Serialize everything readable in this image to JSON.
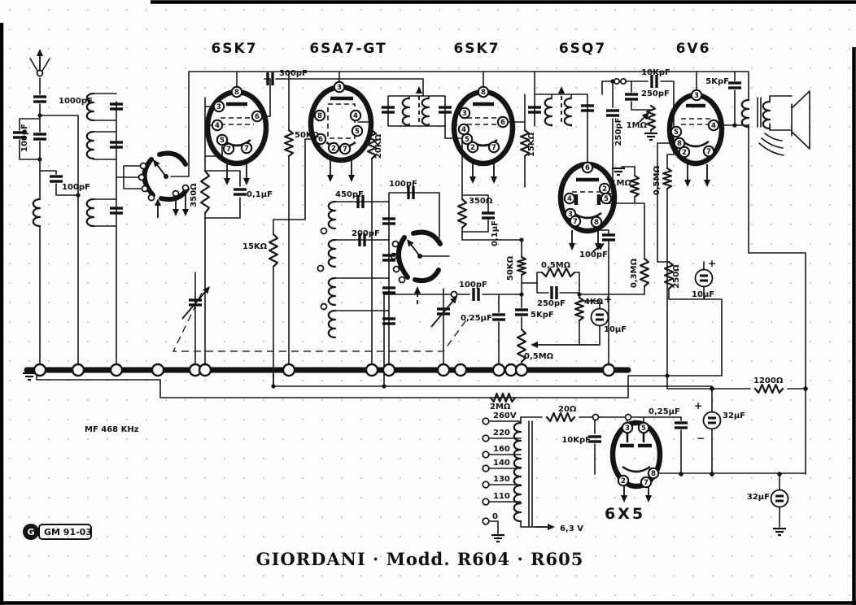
{
  "page": {
    "title": "GIORDANI  ·  Modd. R604  ·  R605",
    "stamp": "GM 91-03",
    "logo_glyph": "G",
    "if_freq": "MF 468 KHz"
  },
  "tubes": {
    "t1": {
      "label": "6SK7",
      "pins": [
        "8",
        "3",
        "4",
        "6",
        "5",
        "7",
        "7"
      ]
    },
    "t2": {
      "label": "6SA7-GT",
      "pins": [
        "3",
        "8",
        "4",
        "5",
        "6",
        "2",
        "7"
      ]
    },
    "t3": {
      "label": "6SK7",
      "pins": [
        "8",
        "3",
        "4",
        "6",
        "5",
        "2",
        "7"
      ]
    },
    "t4": {
      "label": "6SQ7",
      "pins": [
        "6",
        "2",
        "4",
        "5",
        "3",
        "7",
        "8"
      ]
    },
    "t5": {
      "label": "6V6",
      "pins": [
        "3",
        "4",
        "5",
        "8",
        "2",
        "7"
      ]
    },
    "t6": {
      "label": "6X5",
      "pins": [
        "3",
        "5",
        "2",
        "7",
        "8"
      ]
    }
  },
  "labels": {
    "c1000": "1000pF",
    "c100a": "100pF",
    "c100b": "100pF",
    "r350a": "350Ω",
    "c01a": "0,1µF",
    "r15ka": "15KΩ",
    "r50ka": "50KΩ",
    "r20k": "20KΩ",
    "c300": "300pF",
    "c450": "450pF",
    "c200": "200pF",
    "c100osc": "100pF",
    "r350b": "350Ω",
    "c01b": "0,1µF",
    "r50kb": "50KΩ",
    "c100av": "100pF",
    "c025a": "0,25µF",
    "c5ka": "5KpF",
    "r15kb": "15KΩ",
    "c250a": "250pF",
    "r1ma": "1MΩ",
    "r1mb": "1MΩ",
    "c250b": "250pF",
    "c10ka": "10KpF",
    "r05ma": "0,5MΩ",
    "r03m": "0,3MΩ",
    "r05mb": "0,5MΩ",
    "c250c": "250pF",
    "r4k": "4KΩ",
    "c10ua": "10µF",
    "c100det": "100pF",
    "r05mpot": "0,5MΩ",
    "c5kb": "5KpF",
    "r250": "250Ω",
    "c10ub": "10µF",
    "r1200": "1200Ω",
    "c32a": "32µF",
    "c32b": "32µF",
    "c025b": "0,25µF",
    "r20": "20Ω",
    "r2m": "2MΩ",
    "c10kb": "10KpF",
    "heater": "6,3 V"
  },
  "taps": [
    "260V",
    "220",
    "160",
    "140",
    "130",
    "110",
    "0"
  ],
  "signs": {
    "plus": "+",
    "minus": "−"
  }
}
